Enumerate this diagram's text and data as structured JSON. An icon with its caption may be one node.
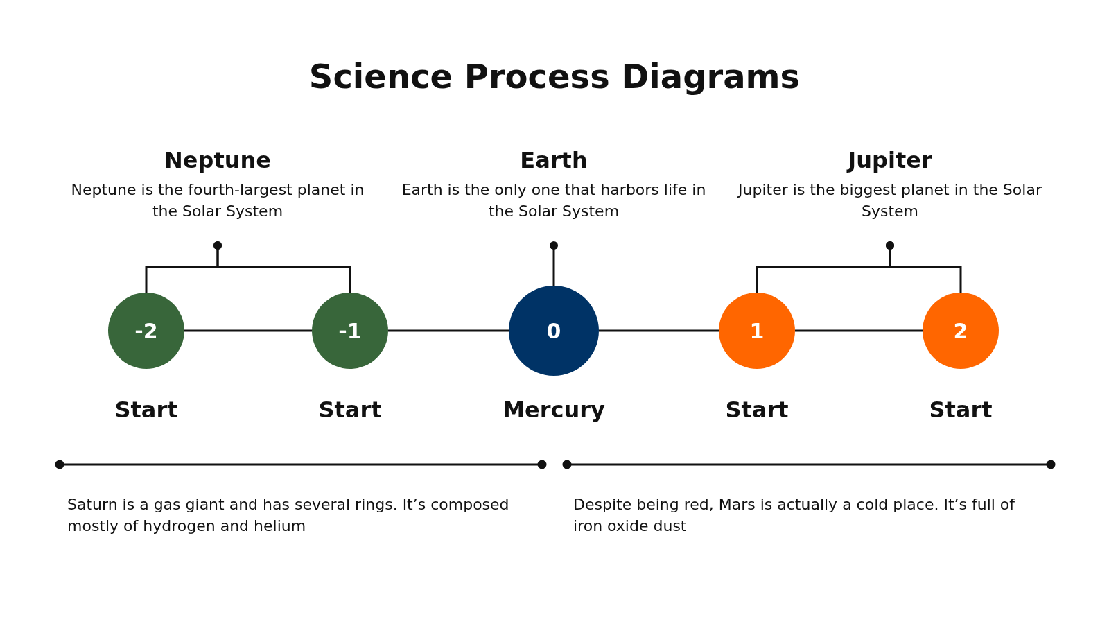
{
  "diagram": {
    "title": "Science Process Diagrams",
    "nodes": [
      {
        "text": [
          "Neptune",
          "Neptune is the fourth-largest planet in the Solar System"
        ]
      },
      {
        "text": [
          "Earth",
          "Earth is the only one that harbors life in the Solar System"
        ]
      },
      {
        "text": [
          "Jupiter",
          "Jupiter is the biggest planet in the Solar System"
        ]
      },
      {
        "text": [
          "-2"
        ],
        "beside": [
          "Start"
        ]
      },
      {
        "text": [
          "-1"
        ],
        "beside": [
          "Start"
        ]
      },
      {
        "text": [
          "0"
        ],
        "beside": [
          "Mercury"
        ]
      },
      {
        "text": [
          "1"
        ],
        "beside": [
          "Start"
        ]
      },
      {
        "text": [
          "2"
        ],
        "beside": [
          "Start"
        ]
      }
    ],
    "edges": [
      {
        "from": 0,
        "to": 3,
        "arrow": "other"
      },
      {
        "from": 0,
        "to": 4,
        "arrow": "other"
      },
      {
        "from": 1,
        "to": 5,
        "arrow": "other"
      },
      {
        "from": 2,
        "to": 6,
        "arrow": "other"
      },
      {
        "from": 2,
        "to": 7,
        "arrow": "other"
      },
      {
        "from": 3,
        "to": 4,
        "arrow": "none"
      },
      {
        "from": 4,
        "to": 5,
        "arrow": "none"
      },
      {
        "from": 5,
        "to": 6,
        "arrow": "none"
      },
      {
        "from": 6,
        "to": 7,
        "arrow": "none"
      }
    ],
    "labels": [
      "Saturn is a gas giant and has several rings. It’s composed mostly of hydrogen and helium",
      "Despite being red, Mars is actually a cold place. It’s full of iron oxide dust"
    ]
  }
}
